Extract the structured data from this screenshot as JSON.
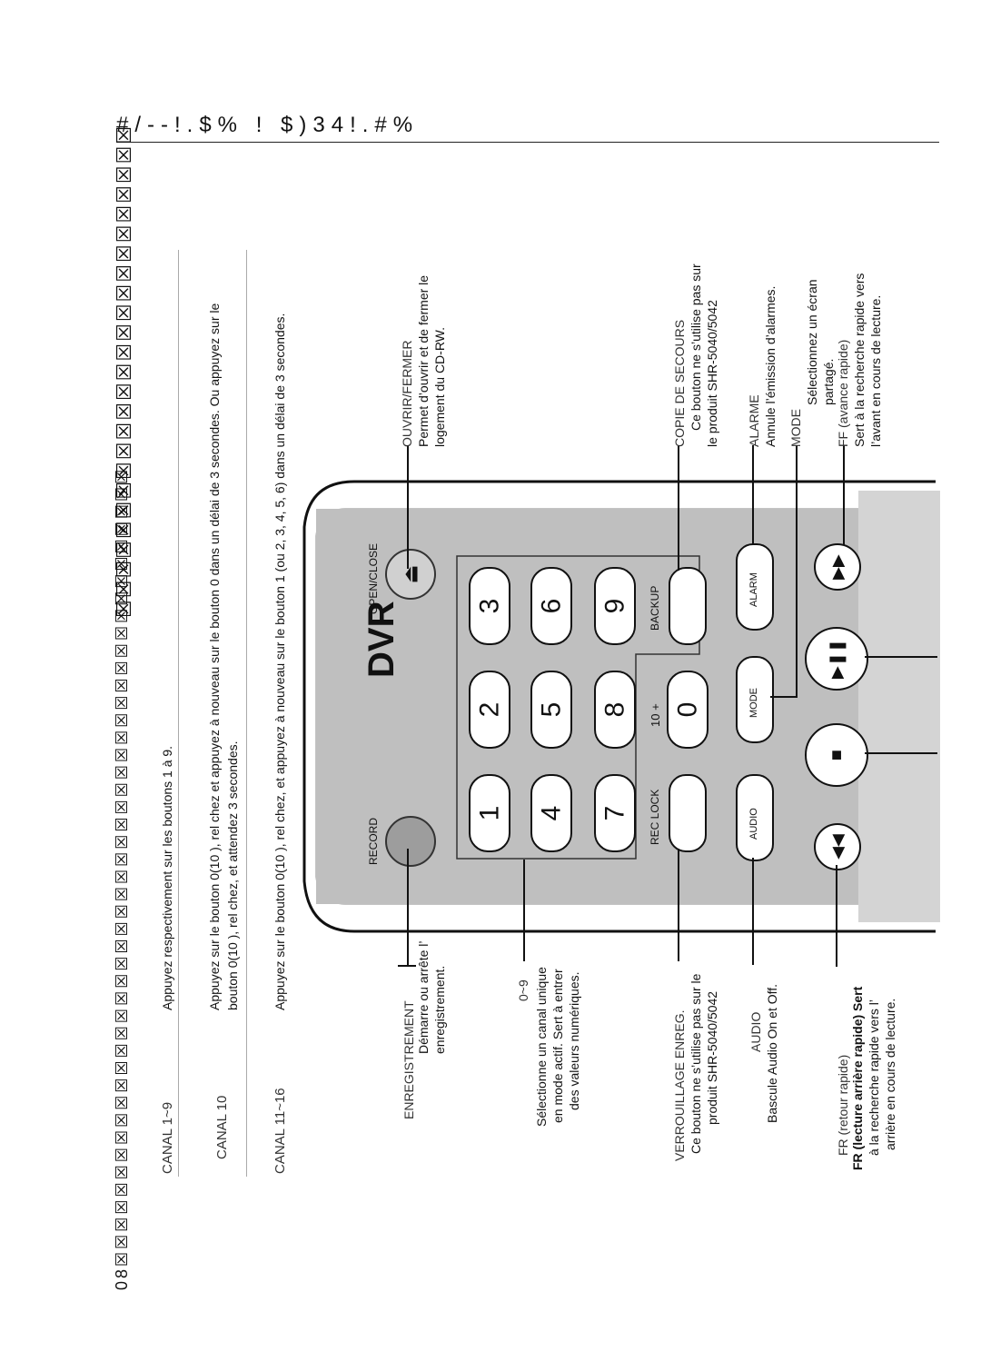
{
  "header": {
    "title": "#/--!.$% ! $)34!.#%"
  },
  "section_heading": "☒☒☒☒☒☒☒☒☒☒☒☒☒☒☒☒☒☒☒☒☒☒☒☒☒",
  "channel_table": [
    {
      "label": "CANAL 1~9",
      "text": "Appuyez respectivement sur les boutons 1 à 9."
    },
    {
      "label": "CANAL 10",
      "text": "Appuyez sur le bouton 0(10 ), rel chez et appuyez à nouveau sur le bouton 0 dans un délai de 3 secondes. Ou appuyez sur le",
      "text2": "bouton 0(10 ), rel chez, et attendez 3 secondes."
    },
    {
      "label": "CANAL 11~16",
      "text": "Appuyez sur le bouton 0(10 ), rel chez, et appuyez à nouveau sur le bouton 1 (ou 2, 3, 4, 5, 6) dans un délai de 3 secondes."
    }
  ],
  "remote": {
    "brand": "DVR",
    "labels": {
      "record": "RECORD",
      "open_close": "OPEN/CLOSE",
      "rec_lock": "REC LOCK",
      "backup": "BACKUP",
      "ten_plus": "10 +",
      "audio": "AUDIO",
      "mode": "MODE",
      "alarm": "ALARM"
    },
    "digits": [
      "1",
      "2",
      "3",
      "4",
      "5",
      "6",
      "7",
      "8",
      "9",
      "0"
    ]
  },
  "callouts_left": [
    {
      "title": "ENREGISTREMENT",
      "lines": [
        "Démarre ou arrête l’",
        "enregistrement."
      ]
    },
    {
      "title": "0~9",
      "lines": [
        "Sélectionne un canal unique",
        "en mode actif. Sert à entrer",
        "des valeurs numériques."
      ]
    },
    {
      "title": "VERROUILLAGE ENREG.",
      "lines": [
        "Ce bouton ne s’utilise pas sur le",
        "produit SHR-5040/5042"
      ]
    },
    {
      "title": "AUDIO",
      "lines": [
        "Bascule Audio On et Off."
      ]
    },
    {
      "title": "FR (retour rapide)",
      "lines": [
        "FR (lecture arrière rapide) Sert",
        "à la recherche rapide vers l’",
        "arrière en cours de lecture."
      ]
    }
  ],
  "callouts_right": [
    {
      "title": "OUVRIR/FERMER",
      "lines": [
        "Permet d’ouvrir et de fermer le",
        "logement du CD-RW."
      ]
    },
    {
      "title": "COPIE DE SECOURS",
      "lines": [
        "Ce bouton ne s’utilise pas sur",
        "le produit SHR-5040/5042"
      ]
    },
    {
      "title": "ALARME",
      "lines": [
        "Annule l’émission d’alarmes."
      ]
    },
    {
      "title": "MODE",
      "lines": [
        "Sélectionnez un écran",
        "partagé."
      ]
    },
    {
      "title": "FF (avance rapide)",
      "lines": [
        "Sert à la recherche rapide vers",
        "l’avant en cours de lecture."
      ]
    }
  ],
  "footer": "08☒☒☒☒☒☒☒☒☒☒☒☒☒☒☒☒☒☒☒☒☒☒☒☒☒☒☒☒☒☒☒☒☒☒☒☒☒☒☒☒☒☒☒☒☒☒"
}
